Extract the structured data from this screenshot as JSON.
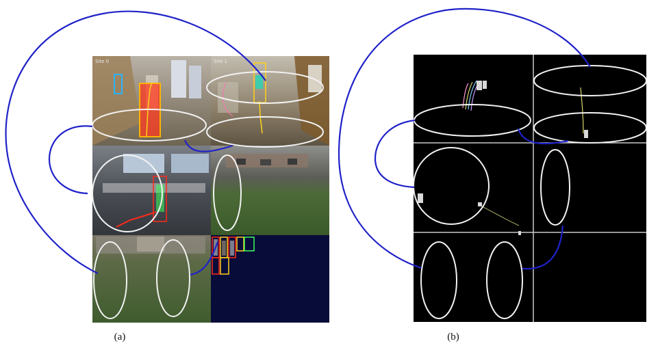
{
  "panels": [
    {
      "label": "(a)",
      "site_tags": [
        "Site 0",
        "Site 1"
      ]
    },
    {
      "label": "(b)"
    }
  ],
  "colors": {
    "link_curve": "#1f22c8",
    "zone_ellipse": "#f2f2f2",
    "grid_line": "#c9c9c9",
    "box_red": "#ff2a1a",
    "box_yellow": "#ffd21a",
    "box_green": "#3cff5a",
    "box_cyan": "#2ab4ff",
    "panel_b_background": "#000000",
    "empty_site_background": "#080c38"
  },
  "icons": [
    "camera-view-image",
    "trajectory-trace",
    "tracking-box"
  ]
}
